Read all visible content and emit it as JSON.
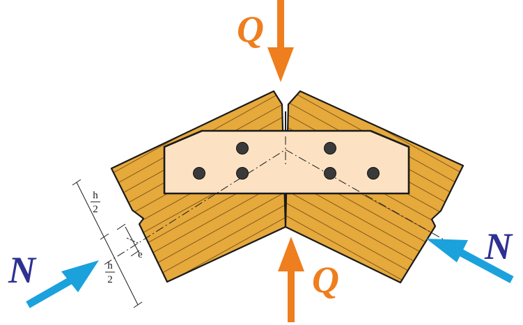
{
  "labels": {
    "force_top": "Q",
    "force_bottom": "Q",
    "force_left": "N",
    "force_right": "N",
    "dim_half_num_upper": "h",
    "dim_half_den_upper": "2",
    "dim_half_num_lower": "h",
    "dim_half_den_lower": "2",
    "dim_eccentricity": "e"
  },
  "colors": {
    "timber": "#E5A93C",
    "timber_grain": "#7A4E16",
    "plate": "#FCE2C2",
    "outline": "#1a1a1a",
    "force_q": "#EE7E1E",
    "force_n_arrow": "#1BA1DC",
    "force_n_text": "#2E3192",
    "bolt": "#3a3a3a"
  },
  "bolts": {
    "count": 6
  }
}
